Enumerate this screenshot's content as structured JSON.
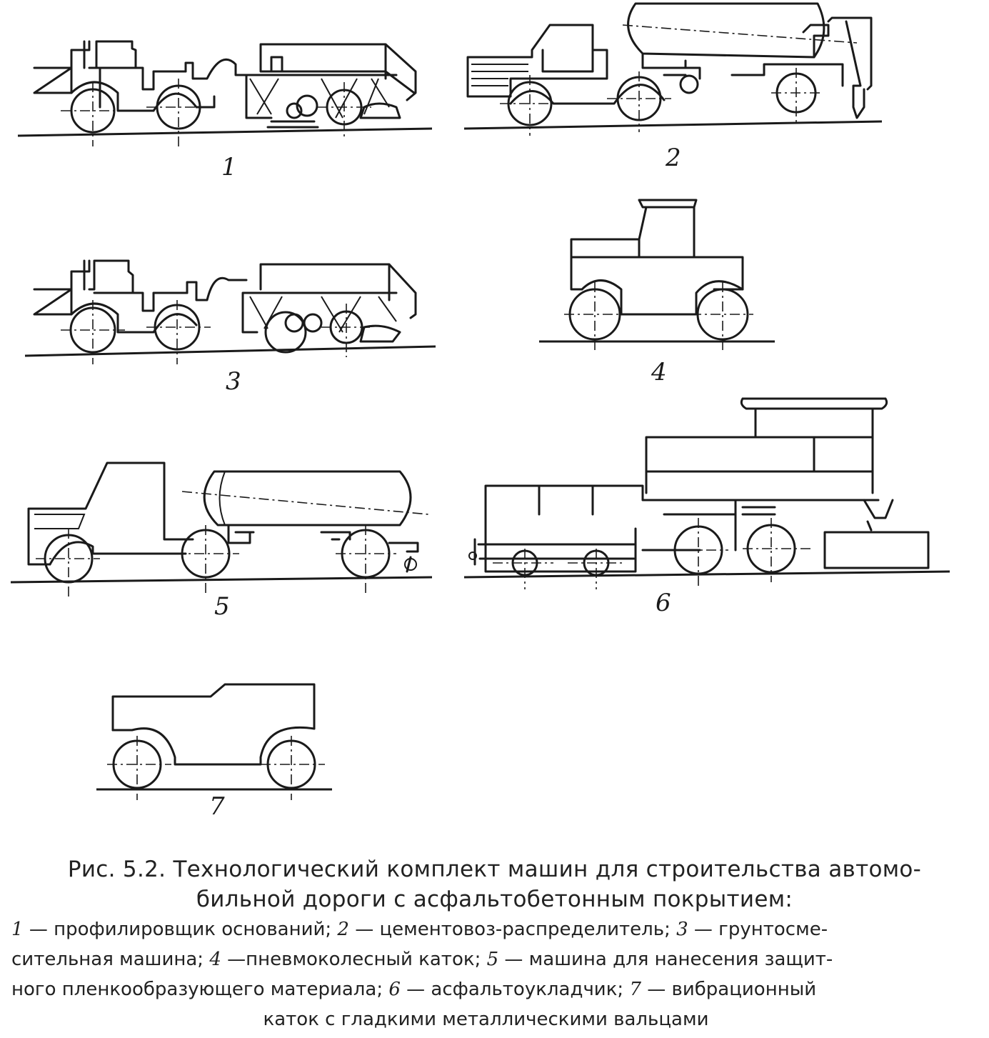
{
  "figure": {
    "labels": [
      "1",
      "2",
      "3",
      "4",
      "5",
      "6",
      "7"
    ]
  },
  "caption": {
    "title_line1": "Рис. 5.2. Технологический комплект машин для строительства автомо-",
    "title_line2": "бильной дороги с асфальтобетонным покрытием:",
    "legend": [
      {
        "num": "1",
        "text": "профилировщик оснований;"
      },
      {
        "num": "2",
        "text": "цементовоз-распределитель;"
      },
      {
        "num": "3",
        "text": "грунтосмесительная машина;"
      },
      {
        "num": "4",
        "text": "пневмоколесный каток;"
      },
      {
        "num": "5",
        "text": "машина для нанесения защитного пленкообразующего материала;"
      },
      {
        "num": "6",
        "text": "асфальтоукладчик;"
      },
      {
        "num": "7",
        "text": "вибрационный каток с гладкими металлическими вальцами"
      }
    ],
    "legend_lines": [
      "— профилировщик оснований;",
      "— цементовоз-распределитель;",
      "— грунтосме-",
      "сительная машина;",
      "—пневмоколесный каток;",
      "— машина для нанесения защит-",
      "ного пленкообразующего материала;",
      "— асфальтоукладчик;",
      "— вибрационный",
      "каток с гладкими металлическими вальцами"
    ]
  }
}
